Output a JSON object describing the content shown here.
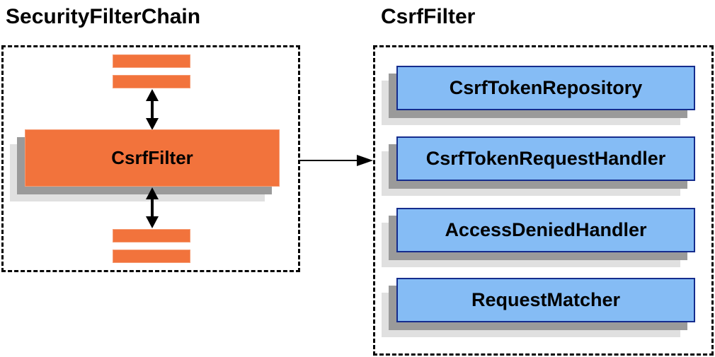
{
  "titles": {
    "left": "SecurityFilterChain",
    "right": "CsrfFilter"
  },
  "left_panel": {
    "name": "SecurityFilterChain",
    "filter_label": "CsrfFilter",
    "placeholder_bars_above": 2,
    "placeholder_bars_below": 2
  },
  "right_panel": {
    "name": "CsrfFilter",
    "components": [
      "CsrfTokenRepository",
      "CsrfTokenRequestHandler",
      "AccessDeniedHandler",
      "RequestMatcher"
    ]
  },
  "colors": {
    "orange": "#F2733C",
    "orange-border": "#F59B73",
    "blue-fill": "#85BCF5",
    "blue-border": "#152C8D",
    "shadow-dark": "#9A9A9A",
    "shadow-light": "#E0E0E0",
    "arrow": "#000000",
    "text": "#000000"
  }
}
